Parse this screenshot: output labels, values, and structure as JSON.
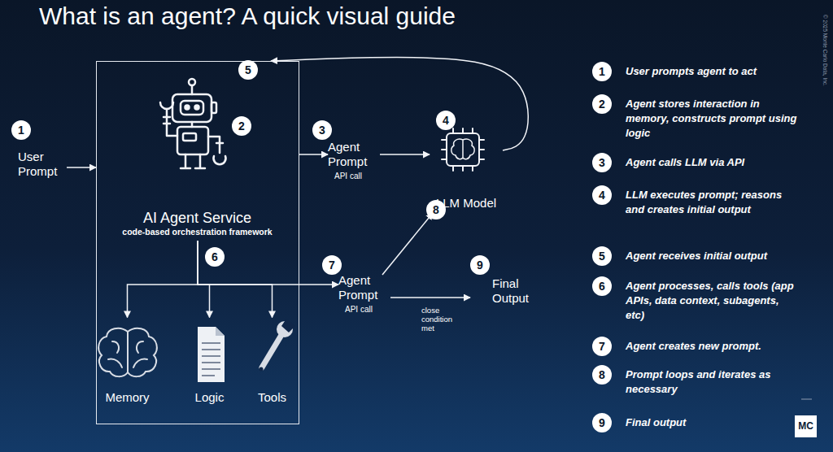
{
  "diagram": {
    "title": "What is an agent? A quick visual guide",
    "nodes": [
      {
        "text": [
          "User Prompt"
        ]
      },
      {
        "text": [
          "AI Agent Service",
          "code-based orchestration framework"
        ]
      },
      {
        "text": [
          "Memory"
        ],
        "in": 1
      },
      {
        "text": [
          "Logic"
        ],
        "in": 1
      },
      {
        "text": [
          "Tools"
        ],
        "in": 1
      },
      {
        "text": [
          "Agent Prompt",
          "API call"
        ]
      },
      {
        "text": [
          "LLM Model"
        ]
      },
      {
        "text": [
          "Agent Prompt",
          "API call"
        ]
      },
      {
        "text": [
          "Final Output"
        ]
      },
      {
        "text": [
          "MC"
        ]
      }
    ],
    "edges": [
      {
        "from": 0,
        "to": 1,
        "arrow": "to"
      },
      {
        "from": 1,
        "to": 5,
        "arrow": "to"
      },
      {
        "from": 5,
        "to": 6,
        "arrow": "to"
      },
      {
        "from": 6,
        "to": 1,
        "arrow": "to"
      },
      {
        "from": 1,
        "to": 2,
        "arrow": "to"
      },
      {
        "from": 1,
        "to": 3,
        "arrow": "to"
      },
      {
        "from": 1,
        "to": 4,
        "arrow": "to"
      },
      {
        "from": 1,
        "to": 7,
        "arrow": "to"
      },
      {
        "from": 7,
        "to": 6,
        "arrow": "to"
      },
      {
        "from": 7,
        "to": 8,
        "label": "close condition met",
        "arrow": "to"
      }
    ],
    "labels": [
      "1",
      "2",
      "3",
      "4",
      "5",
      "6",
      "7",
      "8",
      "9",
      "1",
      "User prompts agent to act",
      "2",
      "Agent stores interaction in memory, constructs prompt using logic",
      "3",
      "Agent calls LLM via API",
      "4",
      "LLM executes prompt; reasons and creates initial output",
      "5",
      "Agent receives initial output",
      "6",
      "Agent processes, calls tools (app APIs, data context, subagents, etc)",
      "7",
      "Agent creates new prompt.",
      "8",
      "Prompt loops and iterates as necessary",
      "9",
      "Final output",
      "© 2025 Monte Carlo Data, Inc."
    ]
  }
}
